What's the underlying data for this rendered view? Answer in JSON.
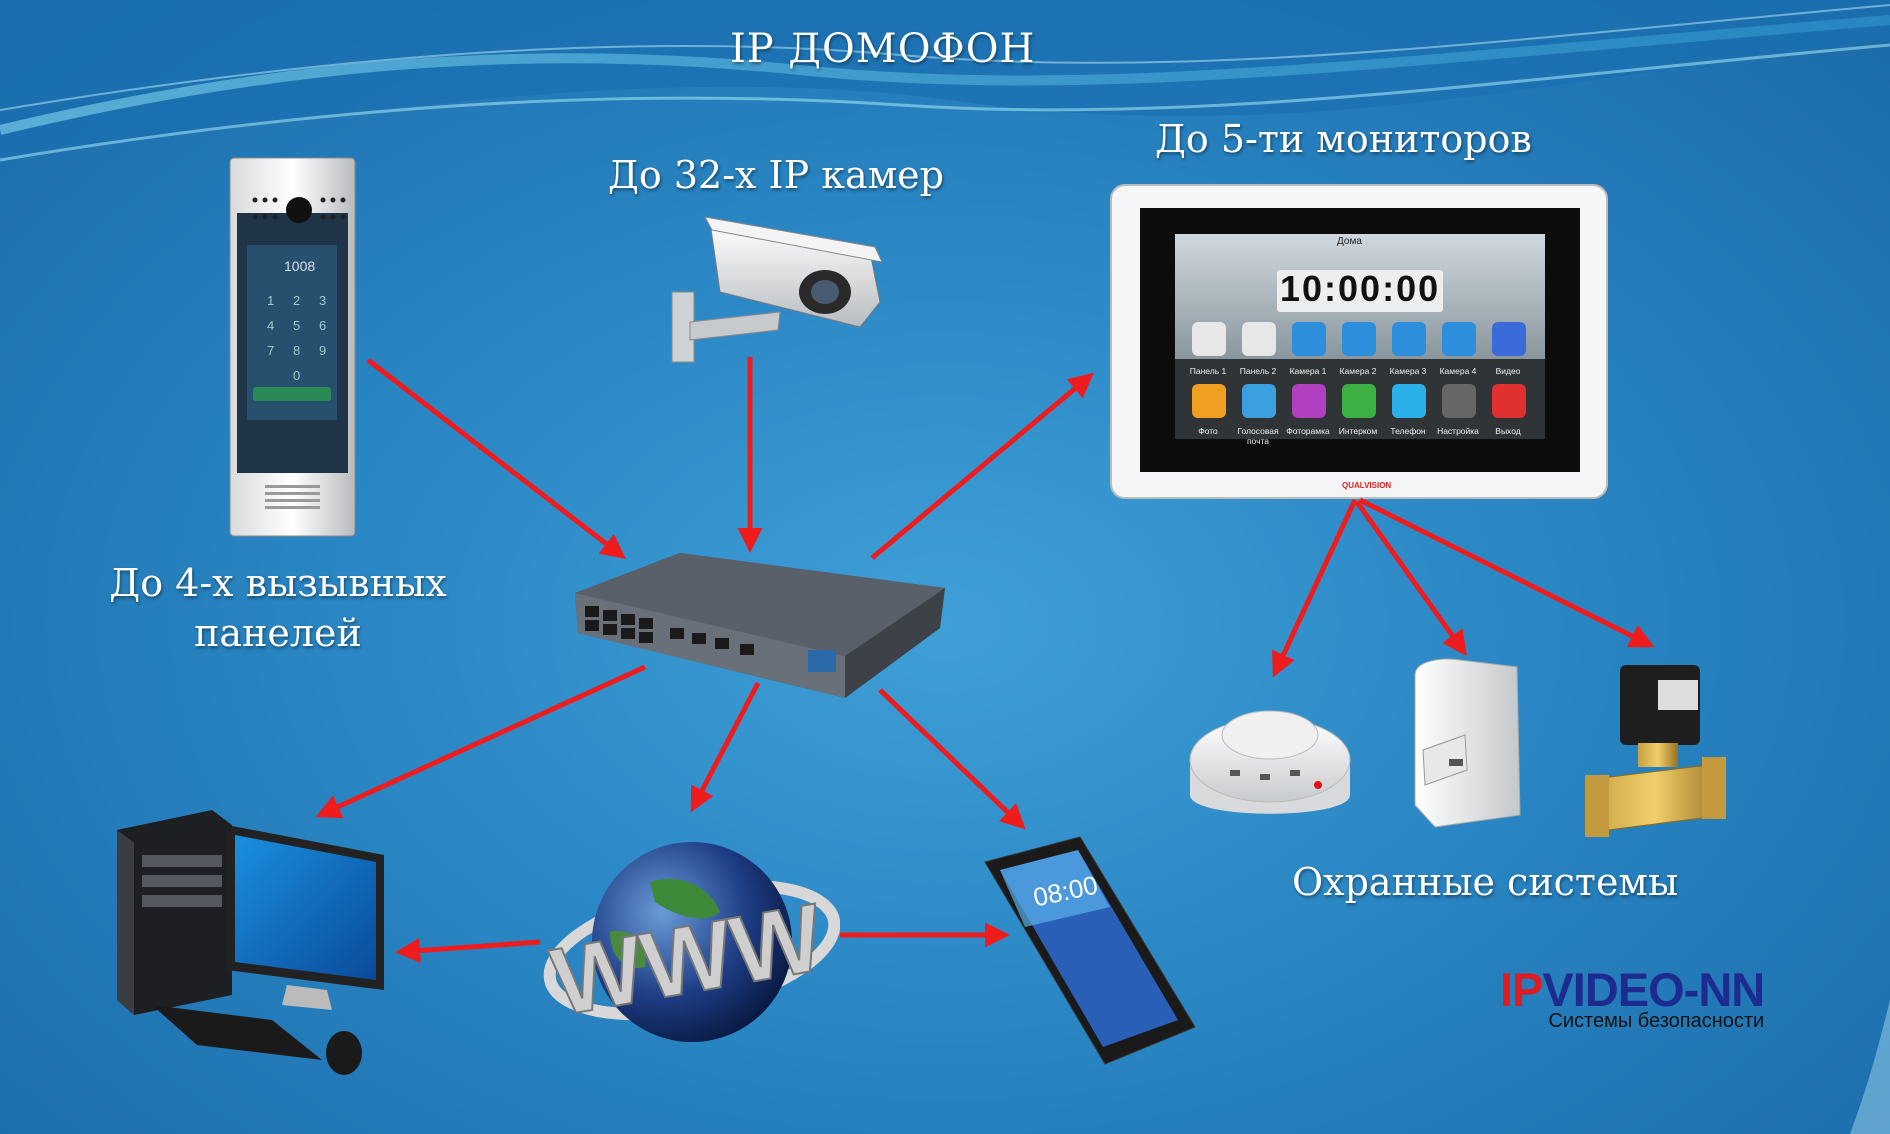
{
  "title": "IP ДОМОФОН",
  "labels": {
    "cameras": "До 32-х IP камер",
    "monitors": "До  5-ти мониторов",
    "panels": "До  4-х вызывных панелей",
    "security": "Охранные системы"
  },
  "logo": {
    "ip": "IP",
    "rest": "VIDEO-NN",
    "subtitle": "Системы безопасности"
  },
  "monitor_screen": {
    "tab": "Дома",
    "clock": "10:00:00",
    "brand": "QUALVISION",
    "apps_row1": [
      "Панель 1",
      "Панель 2",
      "Камера 1",
      "Камера 2",
      "Камера 3",
      "Камера 4",
      "Видео"
    ],
    "apps_row2": [
      "Фото",
      "Голосовая почта",
      "Фоторамка",
      "Интерком",
      "Телефон",
      "Настройка",
      "Выход"
    ]
  },
  "call_panel": {
    "display_number": "1008"
  },
  "phone": {
    "time": "08:00"
  },
  "colors": {
    "arrow": "#ee1c1c",
    "logo_red": "#e11b22",
    "logo_blue": "#1d2b8f"
  },
  "icons": [
    "call-panel-icon",
    "ip-camera-icon",
    "monitor-icon",
    "network-switch-icon",
    "desktop-computer-icon",
    "www-globe-icon",
    "smartphone-icon",
    "smoke-detector-icon",
    "motion-sensor-icon",
    "solenoid-valve-icon"
  ]
}
